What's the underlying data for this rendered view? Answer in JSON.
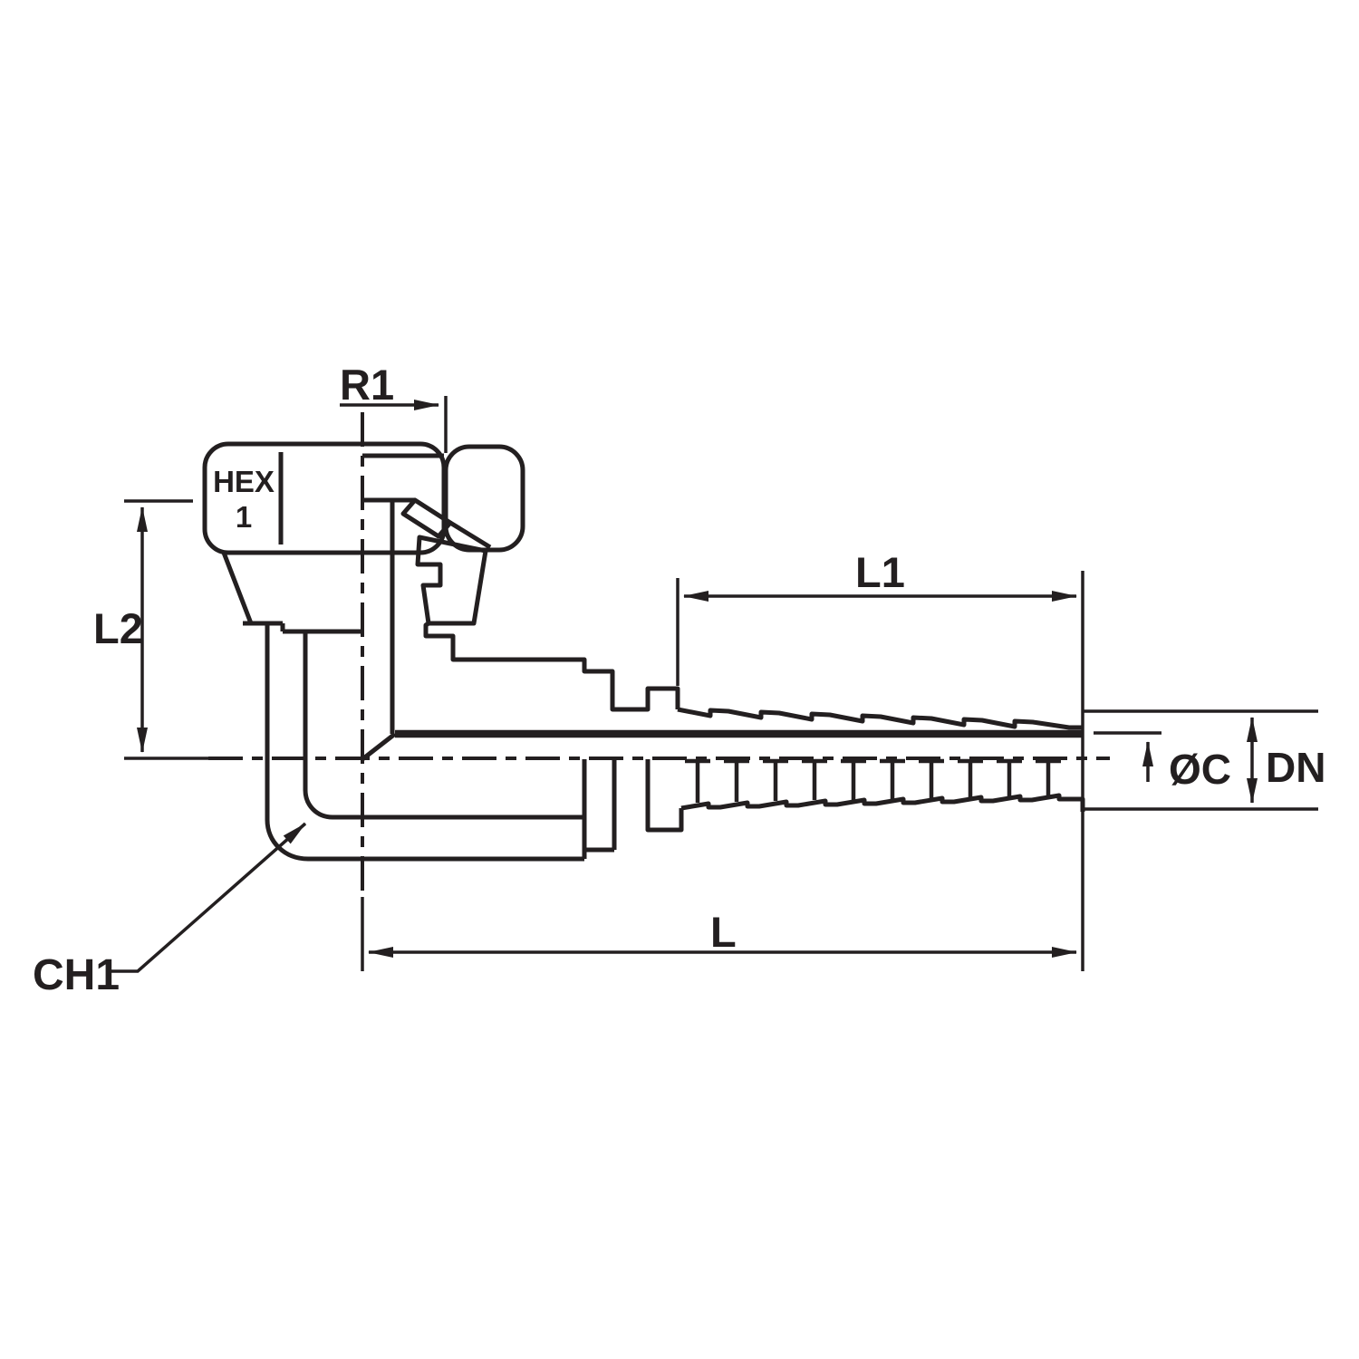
{
  "figure": {
    "colors": {
      "line": "#231f20",
      "background": "#ffffff"
    },
    "labels": {
      "radius": "R1",
      "hex_line1": "HEX",
      "hex_line2": "1",
      "elbow_height": "L2",
      "spike_length": "L1",
      "tube_diameter": "ØC",
      "nominal_diameter": "DN",
      "overall_length": "L",
      "chamfer": "CH1"
    }
  }
}
